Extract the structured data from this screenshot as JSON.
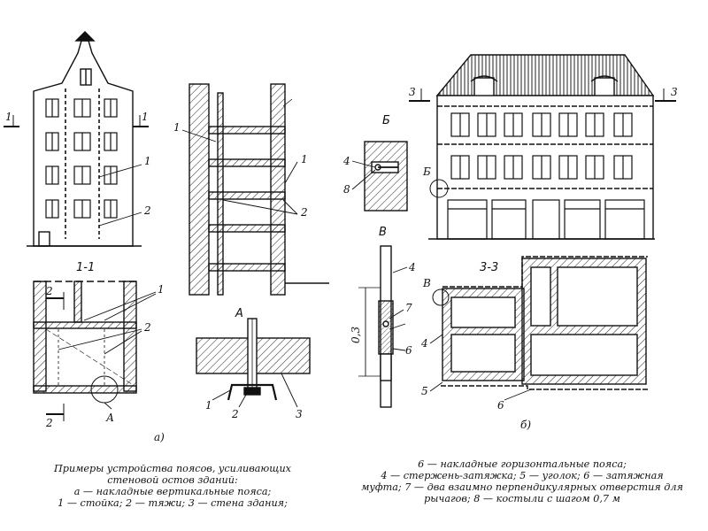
{
  "labels": {
    "sec_1": "1",
    "sec_1_1": "1-1",
    "sec_2": "2",
    "sec_3": "3",
    "sec_3_3": "3-3",
    "a": "А",
    "b": "Б",
    "v": "В",
    "n1": "1",
    "n2": "2",
    "n3": "3",
    "n4": "4",
    "n5": "5",
    "n6": "6",
    "n7": "7",
    "n8": "8",
    "dim": "0,3",
    "fig_a": "а)",
    "fig_b": "б)"
  },
  "caption_left": {
    "line1": "Примеры устройства поясов, усиливающих",
    "line2": "стеновой остов зданий:",
    "line3": "а — накладные вертикальные пояса;",
    "line4": "1 — стойка; 2 — тяжи; 3 — стена здания;"
  },
  "caption_right": {
    "line1": "6 — накладные горизонтальные пояса;",
    "line2": "4 — стержень-затяжка; 5 — уголок; 6 — затяжная",
    "line3": "муфта; 7 — два взаимно перпендикулярных отверстия для",
    "line4": "рычагов; 8 — костыли с шагом 0,7 м"
  }
}
